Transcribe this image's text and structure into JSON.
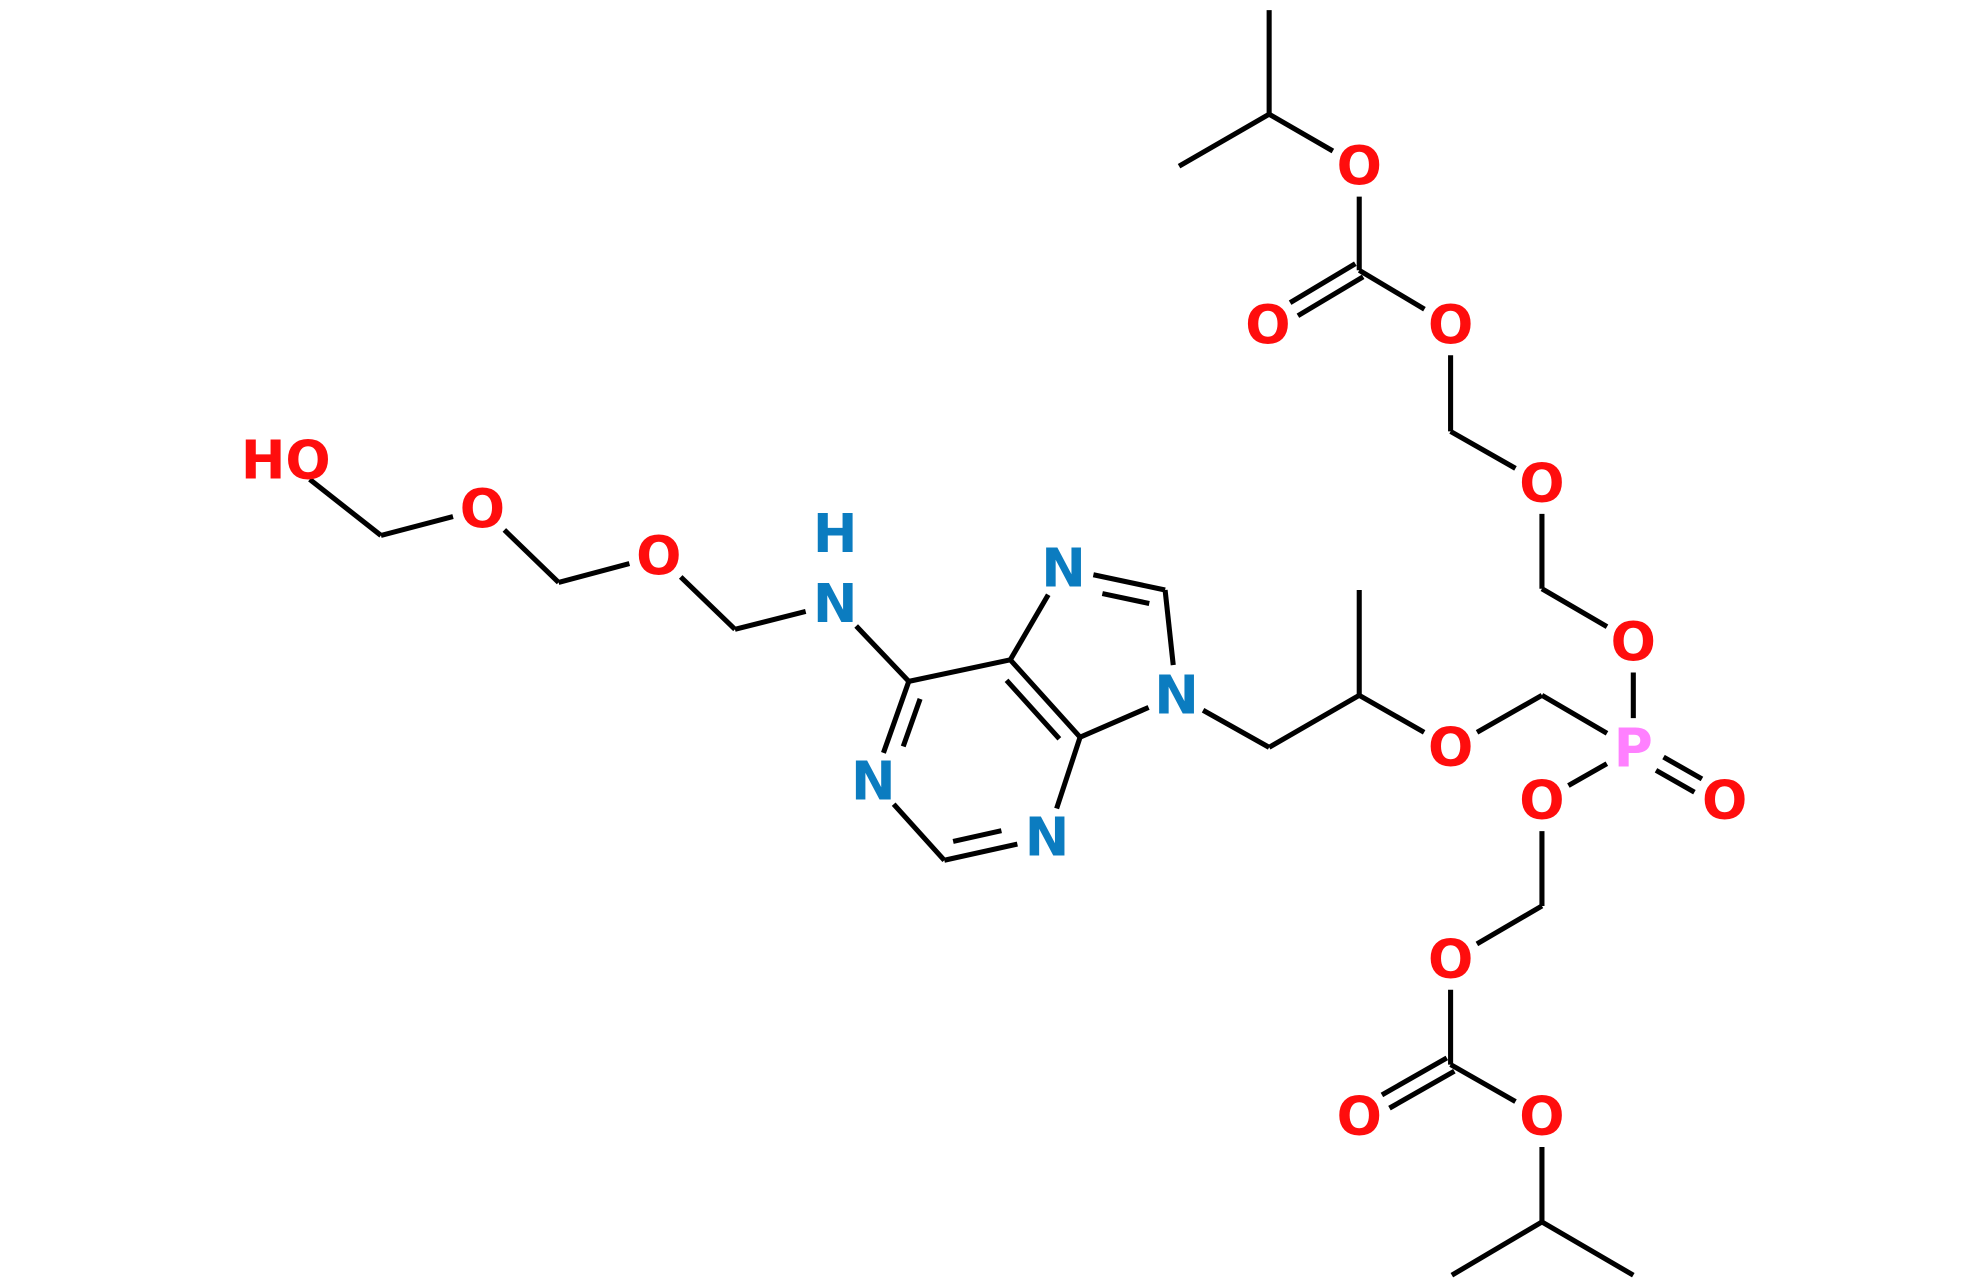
{
  "title": "Chemical structure",
  "colors": {
    "O": "#FF0D0D",
    "N": "#0B7CC0",
    "P": "#FF80FF",
    "bond": "#000000"
  },
  "atoms": {
    "o_ester_top": "O",
    "o_carbonyl_top": "O",
    "o_link_top": "O",
    "o_ether_top": "O",
    "o_phos_top": "O",
    "phosphorus": "P",
    "o_phos_double": "O",
    "o_phos_bottom": "O",
    "o_ether_bottom": "O",
    "o_carbonyl_bottom": "O",
    "o_ester_bottom": "O",
    "o_side_ether": "O",
    "n9": "N",
    "n7": "N",
    "n1": "N",
    "n3": "N",
    "n6": "N",
    "n6_h": "H",
    "o_chain_1": "O",
    "o_chain_2": "O",
    "hydroxyl": "HO"
  }
}
